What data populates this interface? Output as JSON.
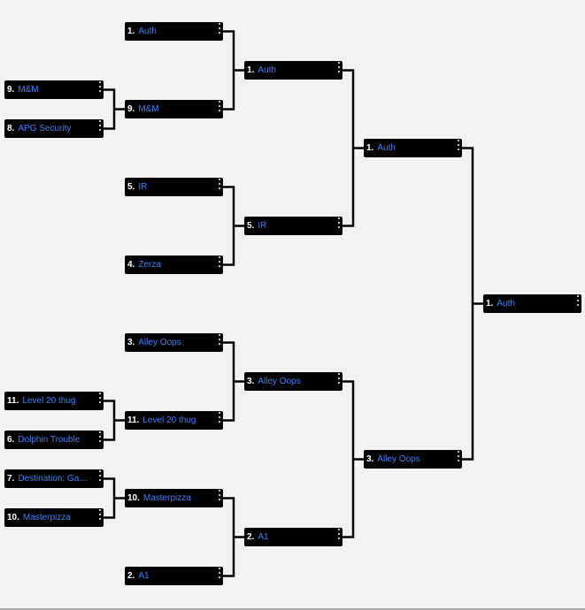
{
  "bracket": {
    "matches": [
      {
        "id": "r1a",
        "seed": "9.",
        "team": "M&M"
      },
      {
        "id": "r1b",
        "seed": "8.",
        "team": "APG Security"
      },
      {
        "id": "r1c",
        "seed": "11.",
        "team": "Level 20 thug"
      },
      {
        "id": "r1d",
        "seed": "6.",
        "team": "Dolphin Trouble"
      },
      {
        "id": "r1e",
        "seed": "7.",
        "team": "Destination: Ga…"
      },
      {
        "id": "r1f",
        "seed": "10.",
        "team": "Masterpizza"
      },
      {
        "id": "r2a",
        "seed": "1.",
        "team": "Auth"
      },
      {
        "id": "r2b",
        "seed": "9.",
        "team": "M&M"
      },
      {
        "id": "r2c",
        "seed": "5.",
        "team": "IR"
      },
      {
        "id": "r2d",
        "seed": "4.",
        "team": "Zerza"
      },
      {
        "id": "r2e",
        "seed": "3.",
        "team": "Alley Oops"
      },
      {
        "id": "r2f",
        "seed": "11.",
        "team": "Level 20 thug"
      },
      {
        "id": "r2g",
        "seed": "10.",
        "team": "Masterpizza"
      },
      {
        "id": "r2h",
        "seed": "2.",
        "team": "A1"
      },
      {
        "id": "r3a",
        "seed": "1.",
        "team": "Auth"
      },
      {
        "id": "r3b",
        "seed": "5.",
        "team": "IR"
      },
      {
        "id": "r3c",
        "seed": "3.",
        "team": "Alley Oops"
      },
      {
        "id": "r3d",
        "seed": "2.",
        "team": "A1"
      },
      {
        "id": "r4a",
        "seed": "1.",
        "team": "Auth"
      },
      {
        "id": "r4b",
        "seed": "3.",
        "team": "Alley Oops"
      },
      {
        "id": "r5a",
        "seed": "1.",
        "team": "Auth"
      }
    ]
  }
}
